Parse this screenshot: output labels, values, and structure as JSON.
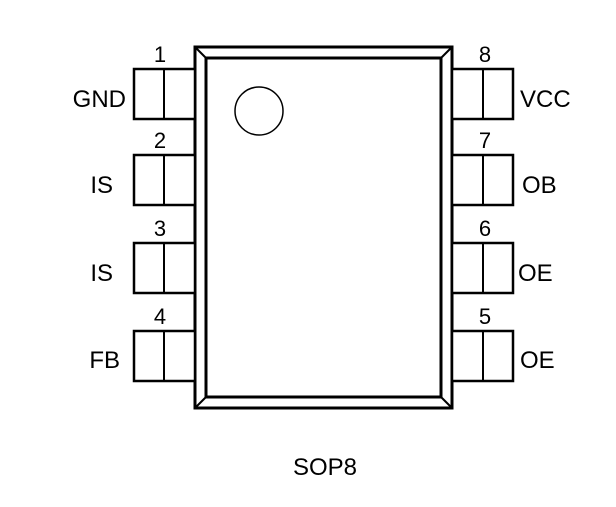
{
  "package_label": "SOP8",
  "left_pins": [
    {
      "number": "1",
      "name": "GND"
    },
    {
      "number": "2",
      "name": "IS"
    },
    {
      "number": "3",
      "name": "IS"
    },
    {
      "number": "4",
      "name": "FB"
    }
  ],
  "right_pins": [
    {
      "number": "8",
      "name": "VCC"
    },
    {
      "number": "7",
      "name": "OB"
    },
    {
      "number": "6",
      "name": "OE"
    },
    {
      "number": "5",
      "name": "OE"
    }
  ]
}
